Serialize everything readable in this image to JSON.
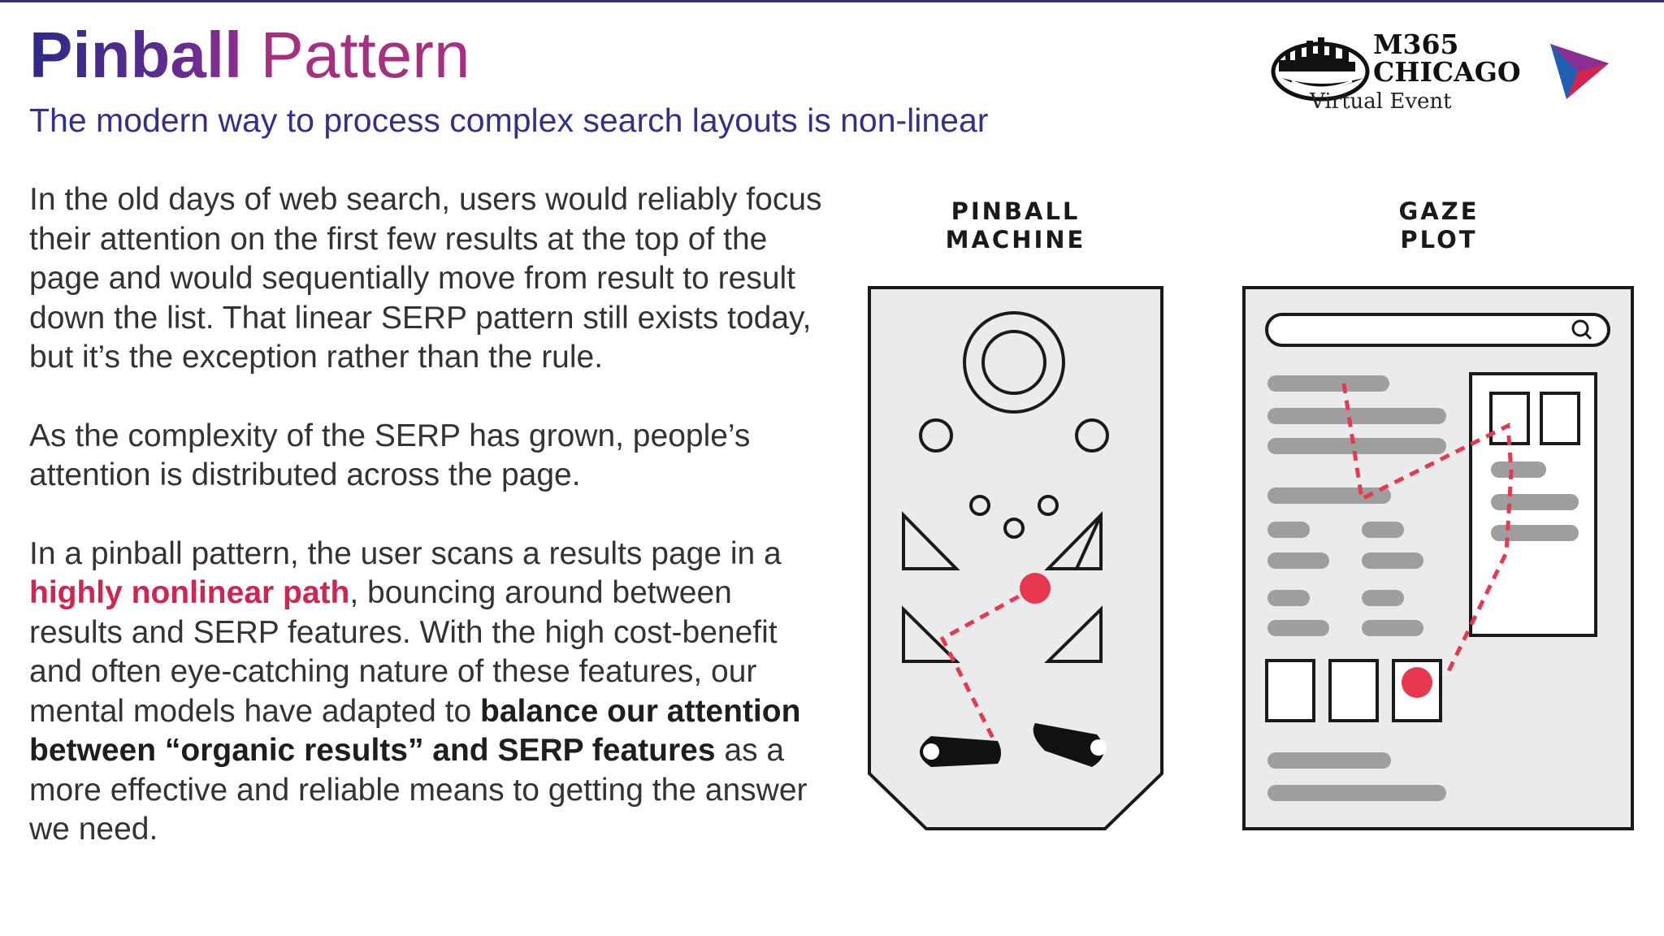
{
  "title": {
    "bold": "Pinball",
    "light": "Pattern"
  },
  "subtitle": "The modern way to process complex search layouts is non-linear",
  "paragraphs": {
    "p1": "In the old days of web search, users would reliably focus their attention on the first few results at the top of the page and would sequentially move from result to result down the list. That linear SERP pattern still exists today, but it’s the exception rather than the rule.",
    "p2": "As the complexity of the SERP has grown, people’s attention is distributed across the page.",
    "p3_a": "In a pinball pattern, the user scans a results page in a ",
    "p3_highlight": "highly nonlinear path",
    "p3_b": ", bouncing around between results and SERP features. With the high cost-benefit and often eye-catching nature of these features, our mental models have adapted to ",
    "p3_bold": "balance our attention between “organic results” and SERP features",
    "p3_c": " as a more effective and reliable means to getting the answer we need."
  },
  "event_logo": {
    "line1": "M365",
    "line2": "CHICAGO",
    "sub": "Virtual Event"
  },
  "diagram_labels": {
    "pinball_line1": "PINBALL",
    "pinball_line2": "MACHINE",
    "gaze_line1": "GAZE",
    "gaze_line2": "PLOT"
  },
  "icons": [
    "chicago-skyline-logo-icon",
    "play-triangle-logo-icon",
    "search-icon"
  ],
  "colors": {
    "title_dark": "#2e2a86",
    "title_light": "#a5307f",
    "subtitle": "#33308a",
    "highlight": "#d1244f",
    "ball": "#e8384f",
    "diagram_fill": "#eaebec",
    "bar_gray": "#9e9e9e"
  }
}
